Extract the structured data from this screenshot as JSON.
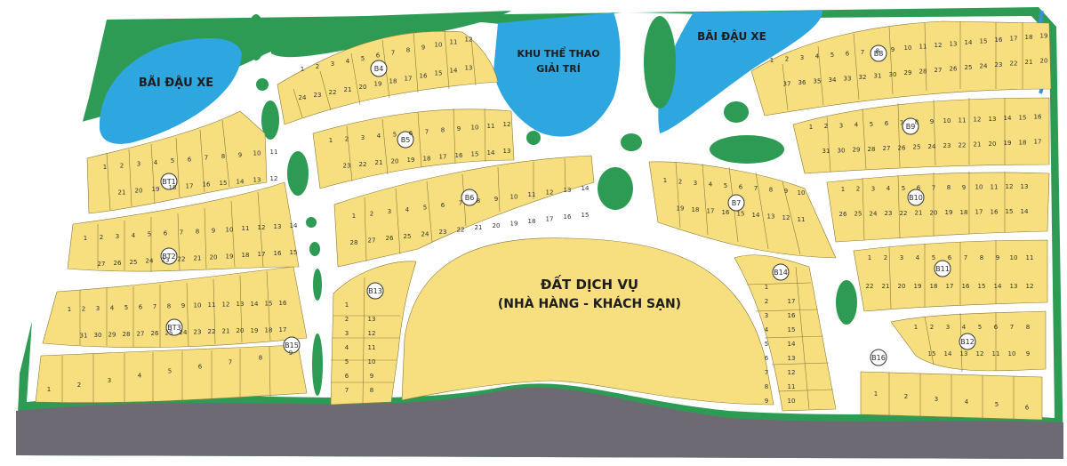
{
  "colors": {
    "green": "#2e9b54",
    "dark_green": "#1f7d45",
    "water": "#2ea6e0",
    "land": "#f7df7f",
    "road": "#ffffff",
    "line": "#8a7a3a",
    "river": "#3a8fd6",
    "ground": "#6d6a73"
  },
  "labels": {
    "parking_left": "BÃI ĐẬU XE",
    "parking_right": "BÃI ĐẬU XE",
    "sports_line1": "KHU THỂ THAO",
    "sports_line2": "GIẢI TRÍ",
    "service_line1": "ĐẤT DỊCH VỤ",
    "service_line2": "(NHÀ HÀNG - KHÁCH SẠN)"
  },
  "blocks": [
    {
      "id": "BT1",
      "lots": [
        "1",
        "2",
        "3",
        "4",
        "5",
        "6",
        "7",
        "8",
        "9",
        "10",
        "11",
        "12",
        "13",
        "14",
        "15",
        "16",
        "17",
        "18",
        "19",
        "20",
        "21"
      ]
    },
    {
      "id": "BT2",
      "lots": [
        "1",
        "2",
        "3",
        "4",
        "5",
        "6",
        "7",
        "8",
        "9",
        "10",
        "11",
        "12",
        "13",
        "14",
        "15",
        "16",
        "17",
        "18",
        "19",
        "20",
        "21",
        "22",
        "23",
        "24",
        "25",
        "26",
        "27"
      ]
    },
    {
      "id": "BT3",
      "lots": [
        "1",
        "2",
        "3",
        "4",
        "5",
        "6",
        "7",
        "8",
        "9",
        "10",
        "11",
        "12",
        "13",
        "14",
        "15",
        "16",
        "17",
        "18",
        "19",
        "20",
        "21",
        "22",
        "23",
        "24",
        "25",
        "26",
        "27",
        "28",
        "29",
        "30",
        "31"
      ]
    },
    {
      "id": "B4",
      "lots": [
        "1",
        "2",
        "3",
        "4",
        "5",
        "6",
        "7",
        "8",
        "9",
        "10",
        "11",
        "12",
        "13",
        "14",
        "15",
        "16",
        "17",
        "18",
        "19",
        "20",
        "21",
        "22",
        "23",
        "24"
      ]
    },
    {
      "id": "B5",
      "lots": [
        "1",
        "2",
        "3",
        "4",
        "5",
        "6",
        "7",
        "8",
        "9",
        "10",
        "11",
        "12",
        "13",
        "14",
        "15",
        "16",
        "17",
        "18",
        "19",
        "20",
        "21",
        "22",
        "23"
      ]
    },
    {
      "id": "B6",
      "lots": [
        "1",
        "2",
        "3",
        "4",
        "5",
        "6",
        "7",
        "8",
        "9",
        "10",
        "11",
        "12",
        "13",
        "14",
        "15",
        "16",
        "17",
        "18",
        "19",
        "20",
        "21",
        "22",
        "23",
        "24",
        "25",
        "26",
        "27",
        "28"
      ]
    },
    {
      "id": "B7",
      "lots": [
        "1",
        "2",
        "3",
        "4",
        "5",
        "6",
        "7",
        "8",
        "9",
        "10",
        "11",
        "12",
        "13",
        "14",
        "15",
        "16",
        "17",
        "18",
        "19"
      ]
    },
    {
      "id": "B8",
      "lots": [
        "1",
        "2",
        "3",
        "4",
        "5",
        "6",
        "7",
        "8",
        "9",
        "10",
        "11",
        "12",
        "13",
        "14",
        "15",
        "16",
        "17",
        "18",
        "19",
        "20",
        "21",
        "22",
        "23",
        "24",
        "25",
        "26",
        "27",
        "28",
        "29",
        "30",
        "31",
        "32",
        "33",
        "34",
        "35",
        "36",
        "37"
      ]
    },
    {
      "id": "B9",
      "lots": [
        "1",
        "2",
        "3",
        "4",
        "5",
        "6",
        "7",
        "8",
        "9",
        "10",
        "11",
        "12",
        "13",
        "14",
        "15",
        "16",
        "17",
        "18",
        "19",
        "20",
        "21",
        "22",
        "23",
        "24",
        "25",
        "26",
        "27",
        "28",
        "29",
        "30",
        "31"
      ]
    },
    {
      "id": "B10",
      "lots": [
        "1",
        "2",
        "3",
        "4",
        "5",
        "6",
        "7",
        "8",
        "9",
        "10",
        "11",
        "12",
        "13",
        "14",
        "15",
        "16",
        "17",
        "18",
        "19",
        "20",
        "21",
        "22",
        "23",
        "24",
        "25",
        "26"
      ]
    },
    {
      "id": "B11",
      "lots": [
        "1",
        "2",
        "3",
        "4",
        "5",
        "6",
        "7",
        "8",
        "9",
        "10",
        "11",
        "12",
        "13",
        "14",
        "15",
        "16",
        "17",
        "18",
        "19",
        "20",
        "21",
        "22"
      ]
    },
    {
      "id": "B12",
      "lots": [
        "1",
        "2",
        "3",
        "4",
        "5",
        "6",
        "7",
        "8",
        "9",
        "10",
        "11",
        "12",
        "13",
        "14",
        "15"
      ]
    },
    {
      "id": "B13",
      "lots": [
        "1",
        "2",
        "3",
        "4",
        "5",
        "6",
        "7",
        "8",
        "9",
        "10",
        "11",
        "12",
        "13"
      ]
    },
    {
      "id": "B14",
      "lots": [
        "1",
        "2",
        "3",
        "4",
        "5",
        "6",
        "7",
        "8",
        "9",
        "10",
        "11",
        "12",
        "13",
        "14",
        "15",
        "16",
        "17"
      ]
    },
    {
      "id": "B15",
      "lots": [
        "1",
        "2",
        "3",
        "4",
        "5",
        "6",
        "7",
        "8",
        "9"
      ]
    },
    {
      "id": "B16",
      "lots": [
        "1",
        "2",
        "3",
        "4",
        "5",
        "6"
      ]
    }
  ]
}
